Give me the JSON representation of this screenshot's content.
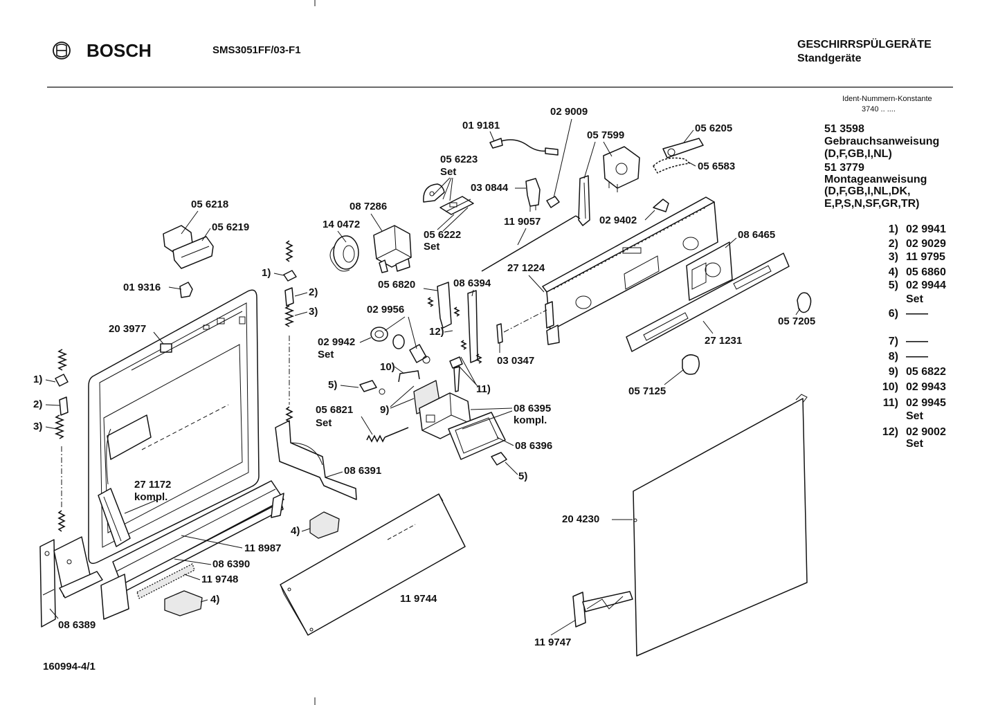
{
  "header": {
    "brand": "BOSCH",
    "model": "SMS3051FF/03-F1",
    "category": "GESCHIRRSPÜLGERÄTE",
    "subcategory": "Standgeräte"
  },
  "ident": {
    "title": "Ident-Nummern-Konstante",
    "value": "3740  ..  ...."
  },
  "docs": [
    "51 3598",
    "Gebrauchsanweisung",
    "(D,F,GB,I,NL)",
    "51 3779",
    "Montageanweisung",
    "(D,F,GB,I,NL,DK,",
    "E,P,S,N,SF,GR,TR)"
  ],
  "legend": [
    {
      "key": "1)",
      "part": "02 9941"
    },
    {
      "key": "2)",
      "part": "02 9029"
    },
    {
      "key": "3)",
      "part": "11 9795"
    },
    {
      "key": "4)",
      "part": "05 6860"
    },
    {
      "key": "5)",
      "part": "02 9944",
      "note": "Set"
    },
    {
      "key": "6)",
      "part": "——"
    },
    {
      "key": "7)",
      "part": "——"
    },
    {
      "key": "8)",
      "part": "——"
    },
    {
      "key": "9)",
      "part": "05 6822"
    },
    {
      "key": "10)",
      "part": "02 9943"
    },
    {
      "key": "11)",
      "part": "02 9945",
      "note": "Set"
    },
    {
      "key": "12)",
      "part": "02 9002",
      "note": "Set"
    }
  ],
  "parts": [
    {
      "number": "05 6218"
    },
    {
      "number": "05 6219"
    },
    {
      "number": "01 9316"
    },
    {
      "number": "20 3977"
    },
    {
      "number": "14 0472"
    },
    {
      "number": "08 7286"
    },
    {
      "number": "05 6223",
      "note": "Set"
    },
    {
      "number": "01 9181"
    },
    {
      "number": "02 9009"
    },
    {
      "number": "05 7599"
    },
    {
      "number": "05 6205"
    },
    {
      "number": "05 6583"
    },
    {
      "number": "03 0844"
    },
    {
      "number": "05 6222",
      "note": "Set"
    },
    {
      "number": "11 9057"
    },
    {
      "number": "02 9402"
    },
    {
      "number": "08 6465"
    },
    {
      "number": "27 1224"
    },
    {
      "number": "05 6820"
    },
    {
      "number": "08 6394"
    },
    {
      "number": "02 9956"
    },
    {
      "number": "02 9942",
      "note": "Set"
    },
    {
      "number": "03 0347"
    },
    {
      "number": "08 6395",
      "note": "kompl."
    },
    {
      "number": "05 6821",
      "note": "Set"
    },
    {
      "number": "08 6396"
    },
    {
      "number": "08 6391"
    },
    {
      "number": "27 1172",
      "note": "kompl."
    },
    {
      "number": "11 8987"
    },
    {
      "number": "08 6390"
    },
    {
      "number": "11 9748"
    },
    {
      "number": "08 6389"
    },
    {
      "number": "11 9744"
    },
    {
      "number": "20 4230"
    },
    {
      "number": "11 9747"
    },
    {
      "number": "05 7205"
    },
    {
      "number": "27 1231"
    },
    {
      "number": "05 7125"
    }
  ],
  "refs": [
    "1)",
    "2)",
    "3)",
    "1)",
    "2)",
    "3)",
    "12)",
    "10)",
    "5)",
    "9)",
    "11)",
    "5)",
    "4)",
    "4)"
  ],
  "footer": "160994-4/1"
}
